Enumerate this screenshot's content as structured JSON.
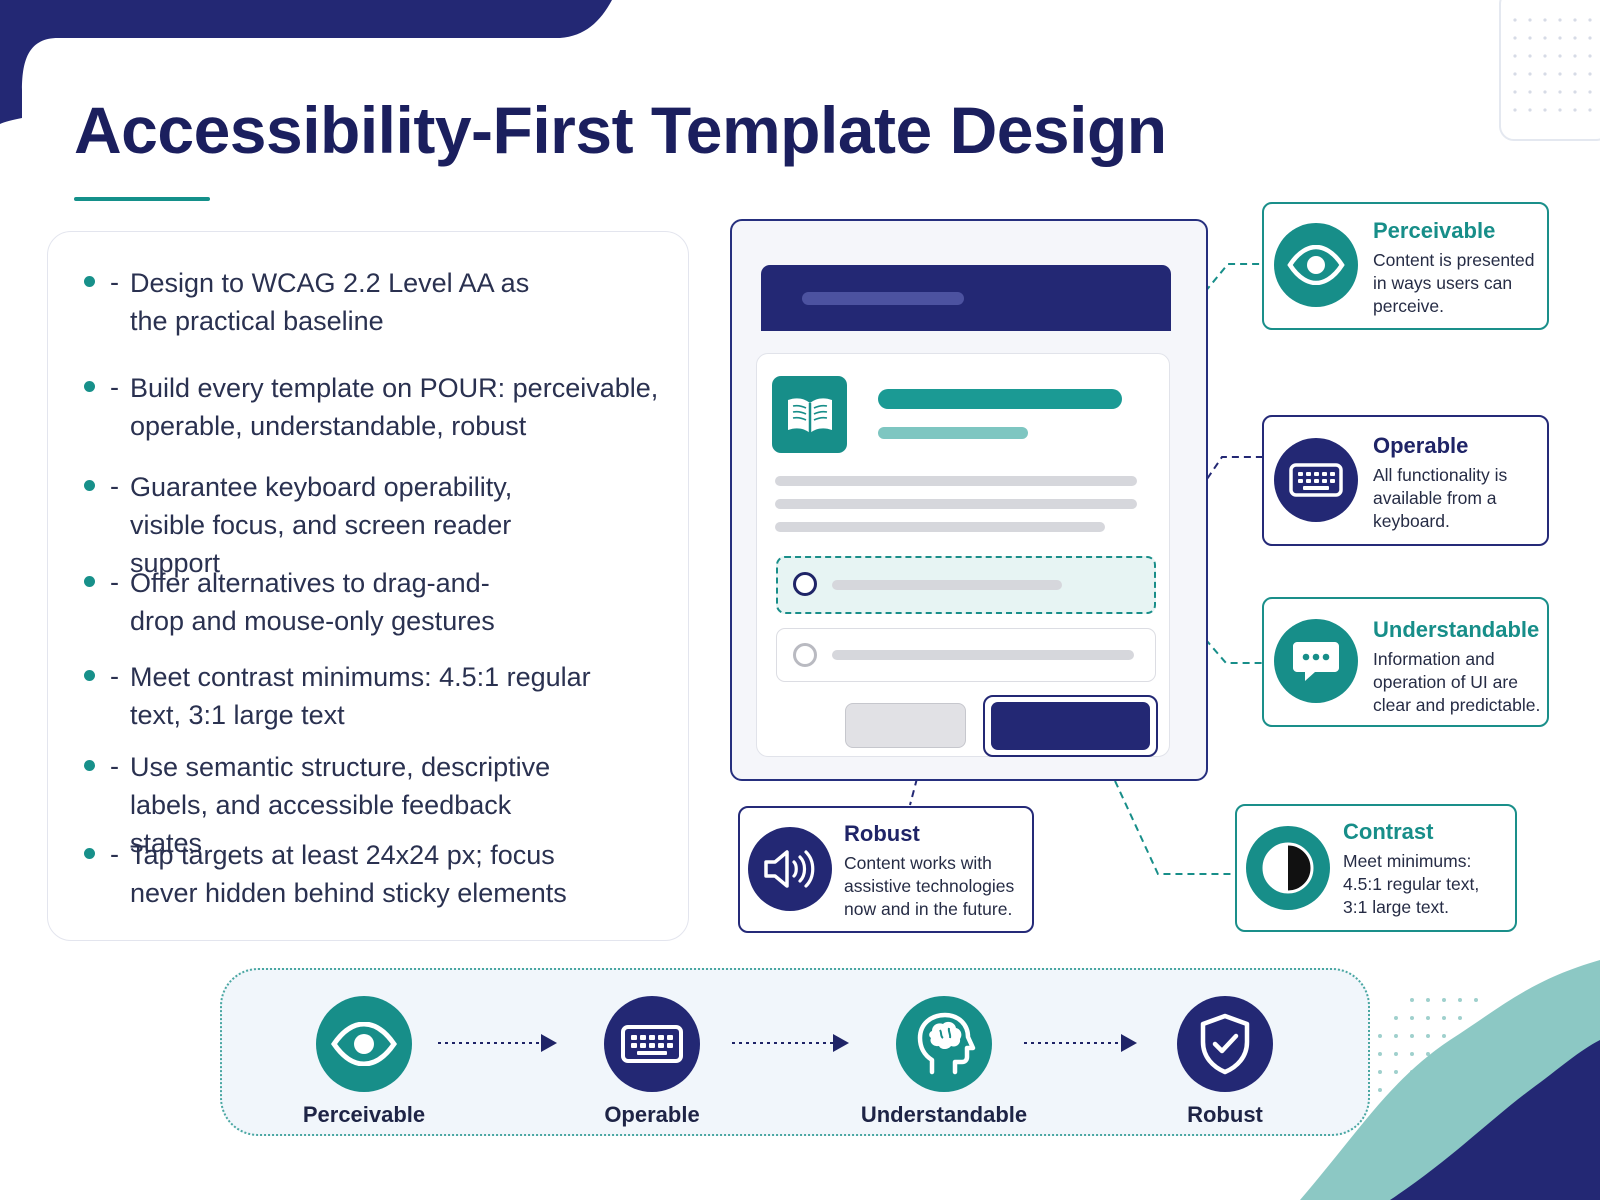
{
  "title": "Accessibility-First Template Design",
  "bullets": [
    {
      "dash": "-",
      "text": "Design to WCAG 2.2 Level AA as the practical baseline"
    },
    {
      "dash": "-",
      "text": "Build every template on POUR: perceivable, operable, understandable, robust"
    },
    {
      "dash": "-",
      "text": "Guarantee keyboard operability, visible focus, and screen reader support"
    },
    {
      "dash": "-",
      "text": "Offer alternatives to drag-and-drop and mouse-only gestures"
    },
    {
      "dash": "-",
      "text": "Meet contrast minimums: 4.5:1 regular text, 3:1 large text"
    },
    {
      "dash": "-",
      "text": "Use semantic structure, descriptive labels, and accessible feedback states"
    },
    {
      "dash": "-",
      "text": "Tap targets at least 24x24 px; focus never hidden behind sticky elements"
    }
  ],
  "callouts": {
    "perceivable": {
      "title": "Perceivable",
      "body": "Content is presented in ways users can perceive.",
      "icon": "eye-icon"
    },
    "operable": {
      "title": "Operable",
      "body": "All functionality is available from a keyboard.",
      "icon": "keyboard-icon"
    },
    "understandable": {
      "title": "Understandable",
      "body": "Information and operation of UI are clear and predictable.",
      "icon": "chat-bubble-icon"
    },
    "robust": {
      "title": "Robust",
      "body": "Content works with assistive technologies now and in the future.",
      "icon": "speaker-icon"
    },
    "contrast": {
      "title": "Contrast",
      "body": "Meet minimums: 4.5:1 regular text, 3:1 large text.",
      "icon": "contrast-icon"
    }
  },
  "flow": [
    {
      "label": "Perceivable",
      "icon": "eye-icon"
    },
    {
      "label": "Operable",
      "icon": "keyboard-icon"
    },
    {
      "label": "Understandable",
      "icon": "head-brain-icon"
    },
    {
      "label": "Robust",
      "icon": "shield-check-icon"
    }
  ],
  "colors": {
    "navy": "#232874",
    "teal": "#178e89",
    "teal_light": "#7ec6c1",
    "text": "#2a3150"
  }
}
